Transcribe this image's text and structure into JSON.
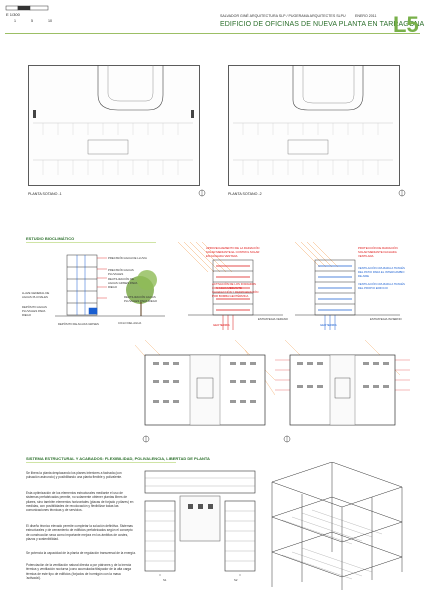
{
  "header": {
    "scale_label": "E 1/300",
    "scale_ticks": [
      "1",
      "5",
      "10"
    ],
    "authors": "SALVADOR GINÉ ARQUITECTURA SLP / PUGERAMA ARQUITECTES SLPU",
    "date": "ENERO 2011",
    "title": "EDIFICIO DE OFICINAS DE NUEVA PLANTA EN TARRAGONA",
    "sheet": "L5"
  },
  "plans": {
    "basement1_caption": "PLANTA SOTANO -1",
    "basement2_caption": "PLANTA SOTANO -2"
  },
  "bioclimatic": {
    "title": "ESTUDIO BIOCLIMÁTICO",
    "left_labels": [
      "PRECISIÓN AGUA DE LLUVIA",
      "PRECISIÓN AGUAS PLUVIALES",
      "REUTILIZACIÓN DE AGUAS GRISES PARA RIEGO",
      "REUTILIZACIÓN AGUAS PLUVIALES PARA RIEGO",
      "LLAVE GENERAL DE AGUAS PLUVIALES",
      "DEPÓSITO AGUAS PLUVIALES PARA RIEGO",
      "DEPÓSITO DE AGUAS GRISES",
      "CICLO DEL AGUA"
    ],
    "summer_labels": [
      "APROVECHAMIENTO DE LA RADIACIÓN SOLAR MEDIANTE EL CONTROL SOLAR EN FACHADA VENTADA",
      "ACTIVACIÓN DE LOS FORJADOS CON AGUA MEDIANTE CALEFACCIÓN Y REFRIGERACIÓN POR BOMBA GEOTÉRMICA"
    ],
    "summer_caption": "ESTRATEGIA VERANO",
    "winter_labels": [
      "PROTECCIÓN DE RADIACIÓN SOLAR MEDIANTE FACHADA VENTILADA",
      "VENTILACIÓN CRUZADA A TRAVÉS DEL PATIO PARA EL INTERCAMBIO DE AIRE",
      "VENTILACIÓN CRUZADA A TRAVÉS DEL PROPIO EDIFICIO"
    ],
    "winter_caption": "ESTRATEGIA INVIERNO",
    "geothermal_label": "GEOTERMIA"
  },
  "structure": {
    "title": "SISTEMA ESTRUCTURAL Y ACABADOS: FLEXIBILIDAD, POLIVALENCIA, LIBERTAD DE PLANTA",
    "paragraphs": [
      "Se libera la planta desplazando los planes interiores a fachada (con pulsación asinuncio) y posibilitando una planta flexible y polivalente.",
      "Esta optimización de los elementos estructurales mediante el uso de sistemas prefabricados permite, no solamente obtener plantas libres de pilares, sino también elementos horizontales (placas de forjado y pilares) en medidas, con posibilidades de recolocación y flexibilizar todas las comunicaciones técnicas y de servicios.",
      "El diseño técnico elevado permite completar la solución definitiva. Sistemas estructurales y de cerramiento de edificios prefabricados según el concepto de construcción seca como importante mejora en los ámbitos de costes, plazos y sostenibilidad.",
      "Se potencia la capacidad de la planta de regulación transversal de la energía.",
      "Potenciación de la ventilación natural directa a por pátrones y de la inercia térmica y ventilación nocturna (cono acumulador/disipador de la alta carga térmica de este tipo de edificios (forjados de hormigón con la masa 'activada')."
    ],
    "section_labels": [
      "S1",
      "S2"
    ]
  }
}
